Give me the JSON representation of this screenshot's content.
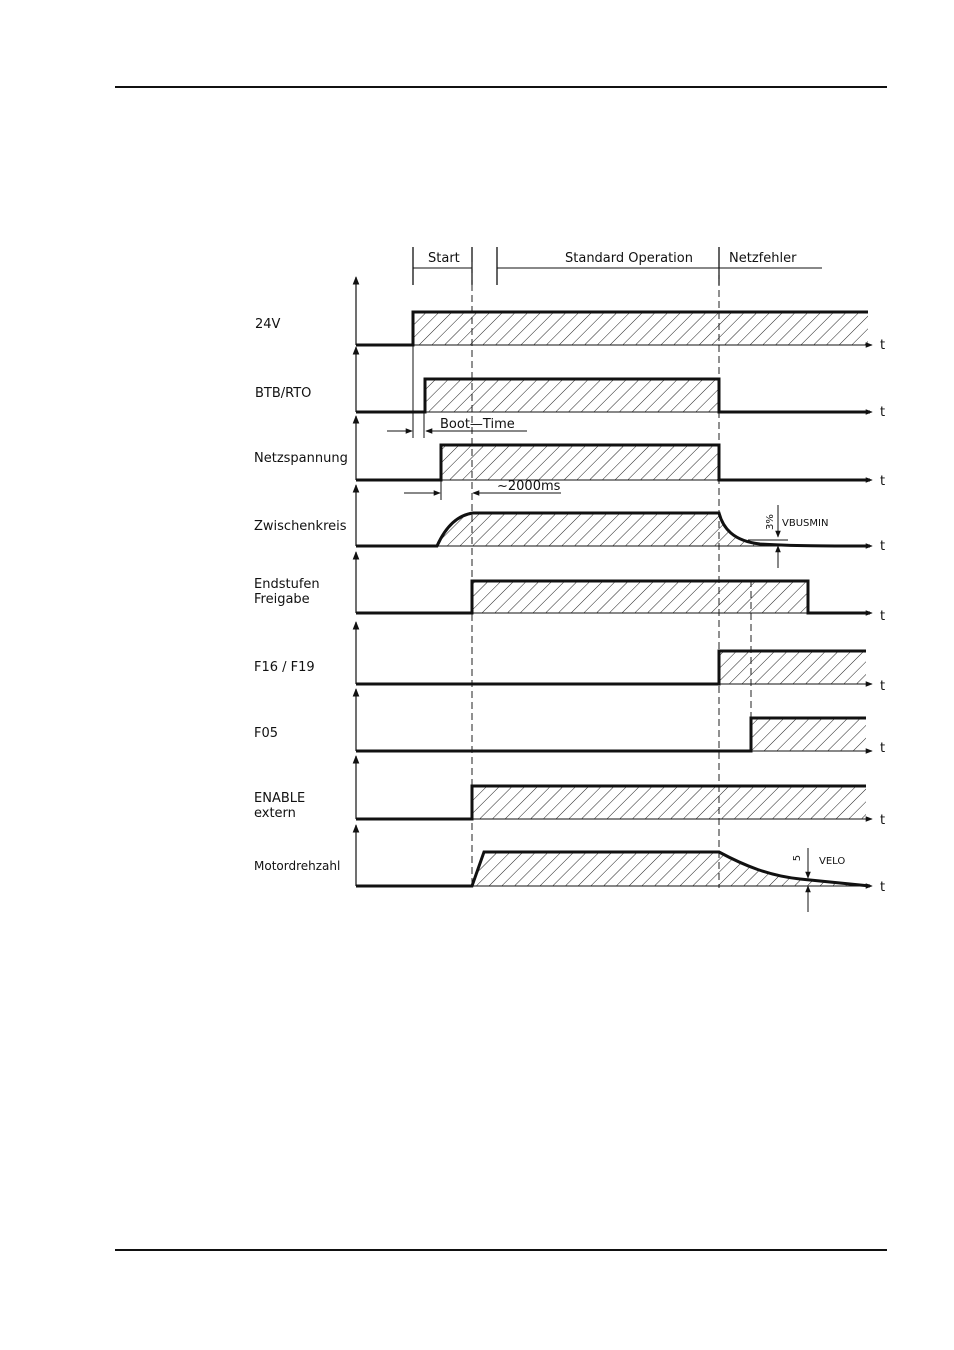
{
  "phases": {
    "start": "Start",
    "standard": "Standard Operation",
    "netzfehler": "Netzfehler"
  },
  "signals": [
    {
      "id": "24v",
      "lines": [
        "24V"
      ]
    },
    {
      "id": "btb-rto",
      "lines": [
        "BTB/RTO"
      ]
    },
    {
      "id": "netzspannung",
      "lines": [
        "Netzspannung"
      ]
    },
    {
      "id": "zwischenkreis",
      "lines": [
        "Zwischenkreis"
      ]
    },
    {
      "id": "endstufen-freigabe",
      "lines": [
        "Endstufen",
        "Freigabe"
      ]
    },
    {
      "id": "f16-f19",
      "lines": [
        "F16  /  F19"
      ]
    },
    {
      "id": "f05",
      "lines": [
        "F05"
      ]
    },
    {
      "id": "enable-extern",
      "lines": [
        "ENABLE",
        "extern"
      ]
    },
    {
      "id": "motordrehzahl",
      "lines": [
        "Motordrehzahl"
      ]
    }
  ],
  "axis_label": "t",
  "annotations": {
    "boot_time": "Boot—Time",
    "ms2000": "~2000ms",
    "pct3": "3%",
    "vbusmin": "VBUSMIN",
    "five": "5",
    "velo": "VELO"
  }
}
